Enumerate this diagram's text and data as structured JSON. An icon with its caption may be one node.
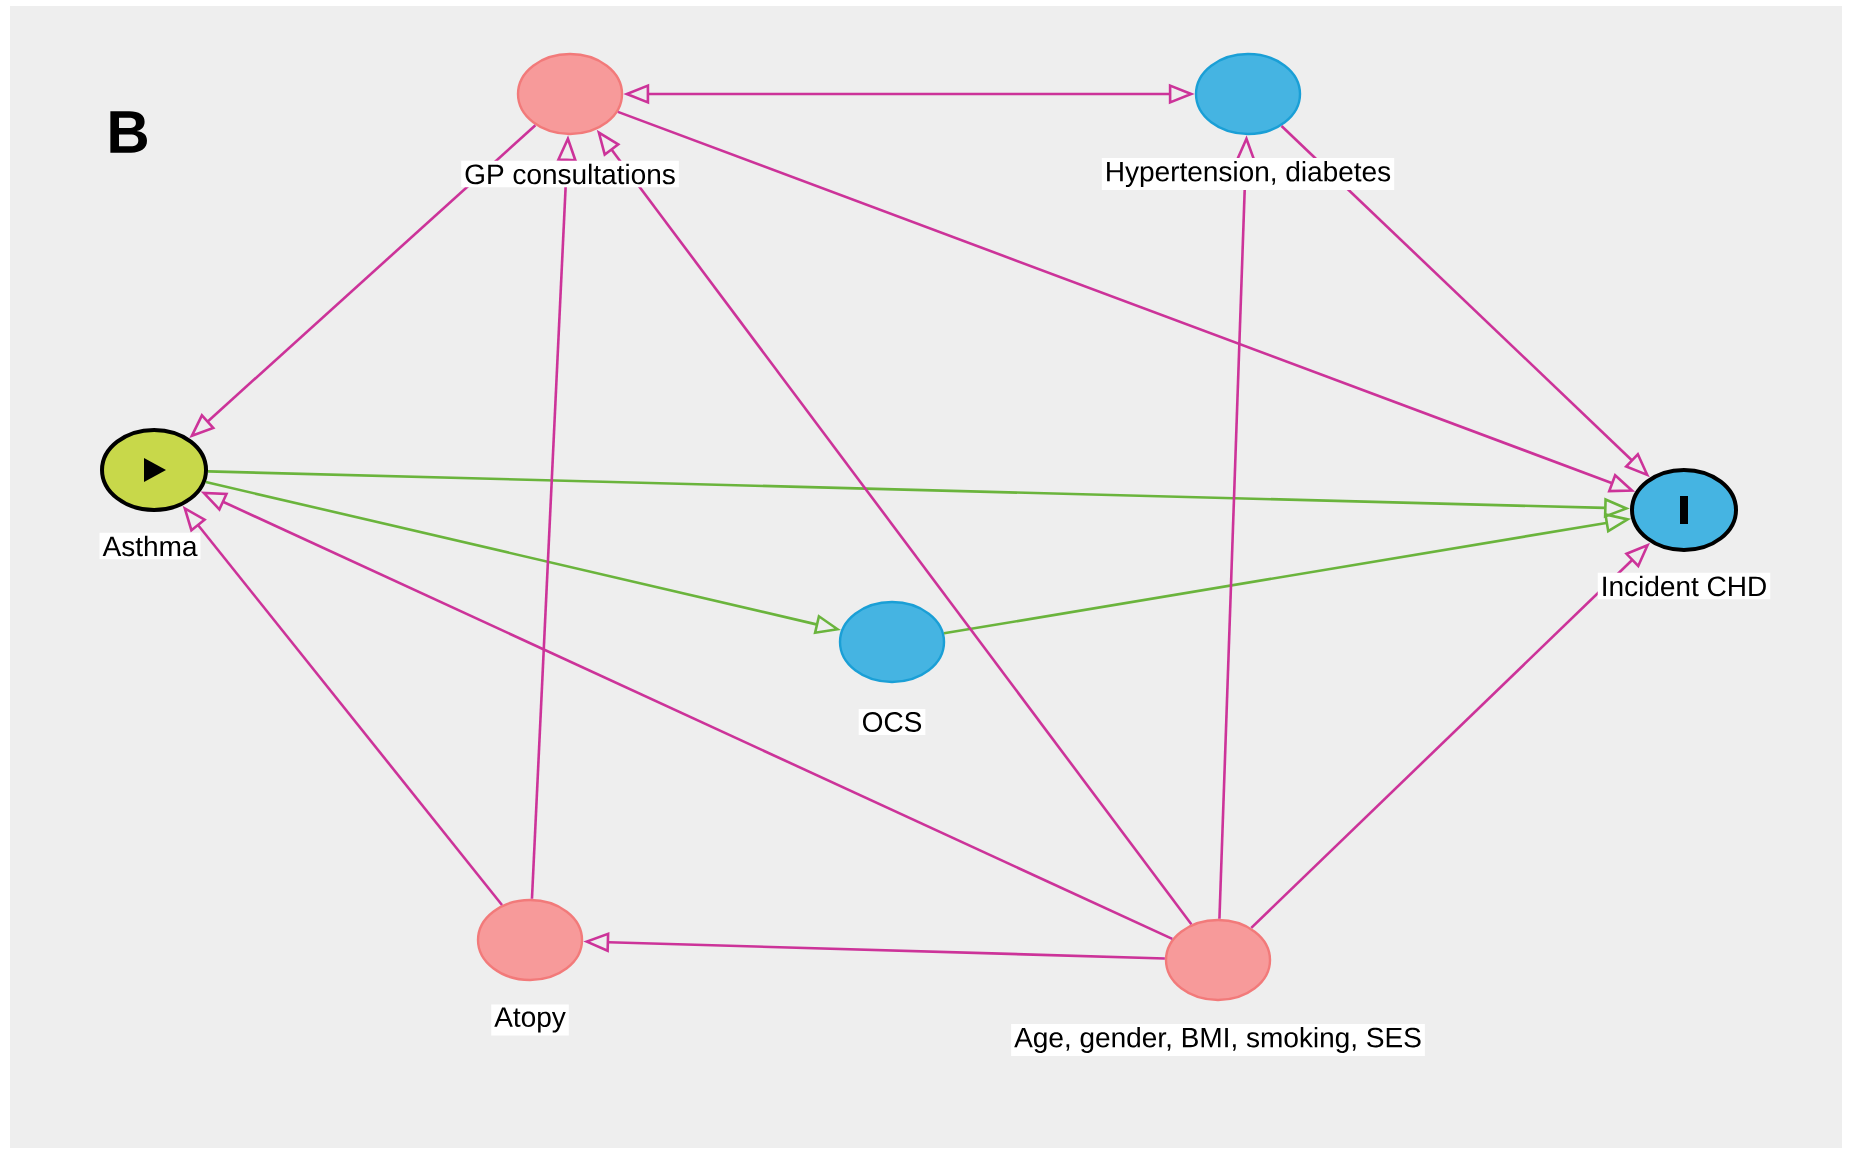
{
  "diagram": {
    "nodes": [
      {
        "text": [
          "GP consultations"
        ]
      },
      {
        "text": [
          "Hypertension, diabetes"
        ]
      },
      {
        "text": [
          "Asthma"
        ]
      },
      {
        "text": [
          "Incident CHD"
        ]
      },
      {
        "text": [
          "OCS"
        ]
      },
      {
        "text": [
          "Atopy"
        ]
      },
      {
        "text": [
          "Age, gender, BMI, smoking, SES"
        ]
      }
    ],
    "edges": [
      {
        "from": 0,
        "to": 1,
        "arrow": "both"
      },
      {
        "from": 0,
        "to": 2,
        "arrow": "to"
      },
      {
        "from": 0,
        "to": 3,
        "arrow": "to"
      },
      {
        "from": 1,
        "to": 3,
        "arrow": "to"
      },
      {
        "from": 2,
        "to": 3,
        "arrow": "to",
        "color": "#6ab43c"
      },
      {
        "from": 2,
        "to": 4,
        "arrow": "to",
        "color": "#6ab43c"
      },
      {
        "from": 4,
        "to": 3,
        "arrow": "to",
        "color": "#6ab43c"
      },
      {
        "from": 5,
        "to": 2,
        "arrow": "to"
      },
      {
        "from": 5,
        "to": 0,
        "arrow": "to"
      },
      {
        "from": 6,
        "to": 0,
        "arrow": "to"
      },
      {
        "from": 6,
        "to": 1,
        "arrow": "to"
      },
      {
        "from": 6,
        "to": 2,
        "arrow": "to"
      },
      {
        "from": 6,
        "to": 3,
        "arrow": "to"
      },
      {
        "from": 6,
        "to": 5,
        "arrow": "to"
      }
    ],
    "labels": [
      "B"
    ]
  }
}
